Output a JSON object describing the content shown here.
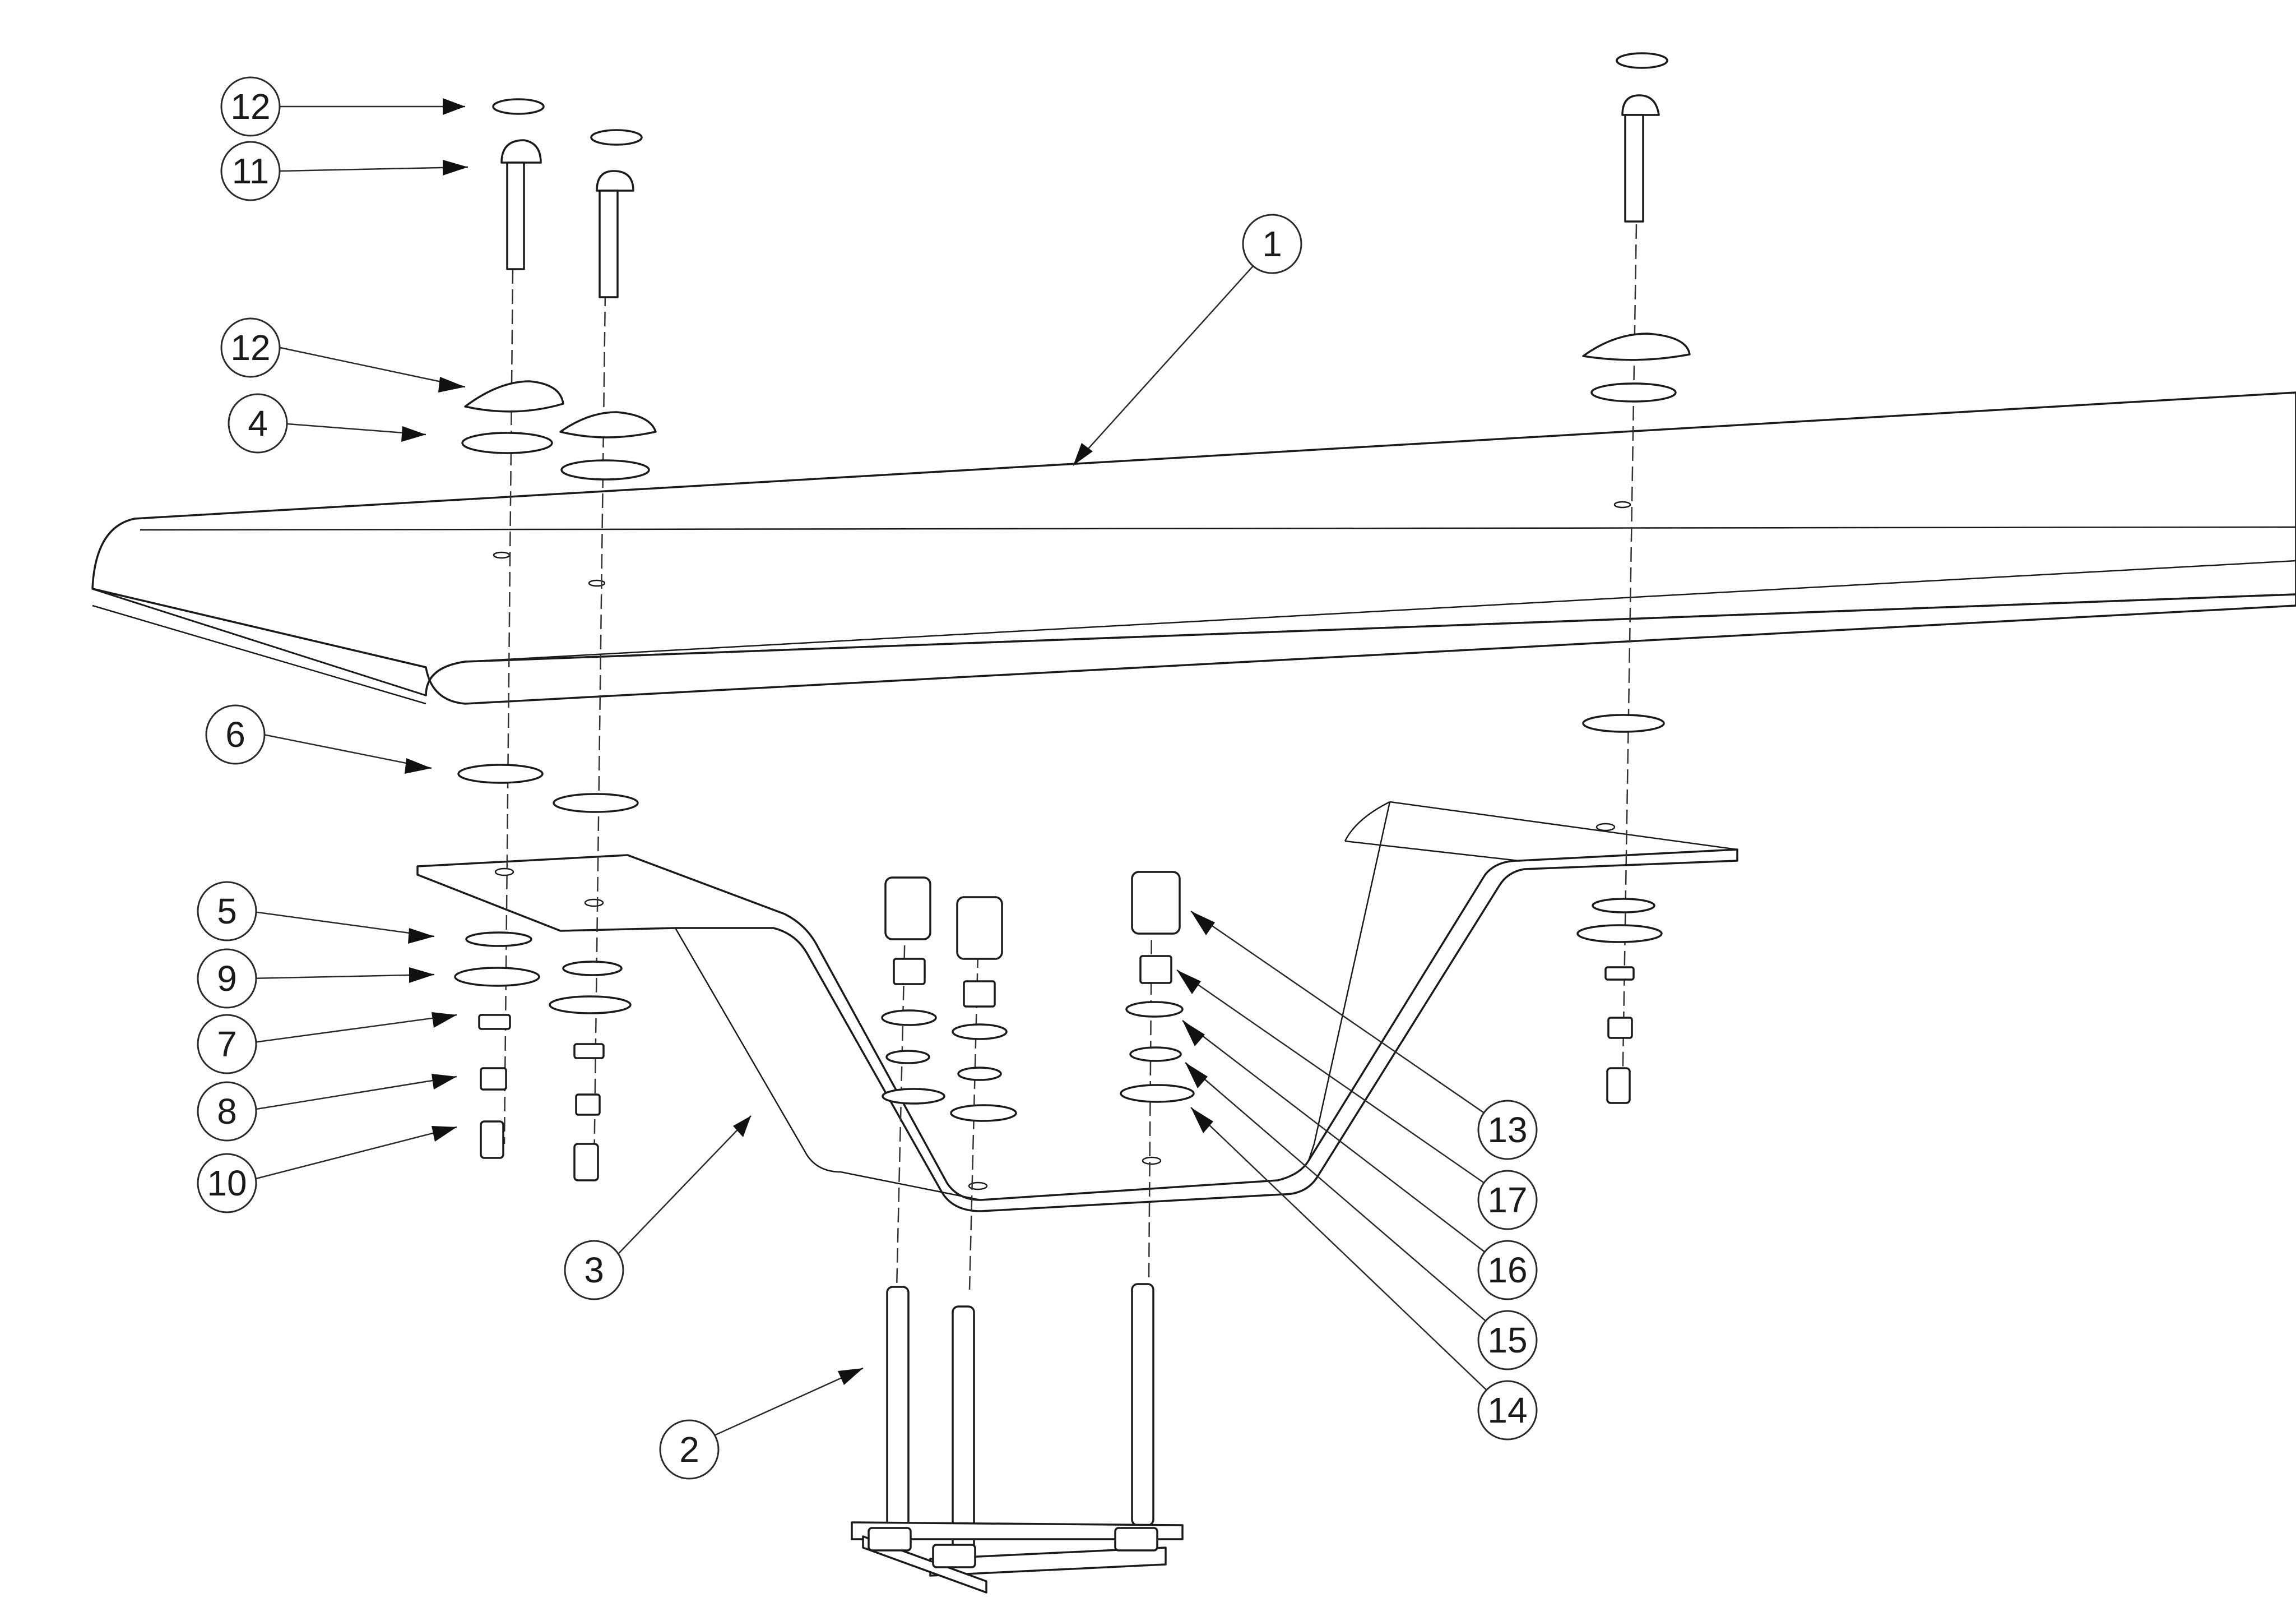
{
  "diagram": {
    "type": "exploded assembly drawing",
    "line_color": "#1a1a1a",
    "background": "#ffffff",
    "callouts": [
      {
        "id": "c12a",
        "label": "12"
      },
      {
        "id": "c11",
        "label": "11"
      },
      {
        "id": "c1",
        "label": "1"
      },
      {
        "id": "c12b",
        "label": "12"
      },
      {
        "id": "c4",
        "label": "4"
      },
      {
        "id": "c6",
        "label": "6"
      },
      {
        "id": "c5",
        "label": "5"
      },
      {
        "id": "c9",
        "label": "9"
      },
      {
        "id": "c7",
        "label": "7"
      },
      {
        "id": "c8",
        "label": "8"
      },
      {
        "id": "c10",
        "label": "10"
      },
      {
        "id": "c3",
        "label": "3"
      },
      {
        "id": "c2",
        "label": "2"
      },
      {
        "id": "c13",
        "label": "13"
      },
      {
        "id": "c17",
        "label": "17"
      },
      {
        "id": "c16",
        "label": "16"
      },
      {
        "id": "c15",
        "label": "15"
      },
      {
        "id": "c14",
        "label": "14"
      }
    ]
  }
}
